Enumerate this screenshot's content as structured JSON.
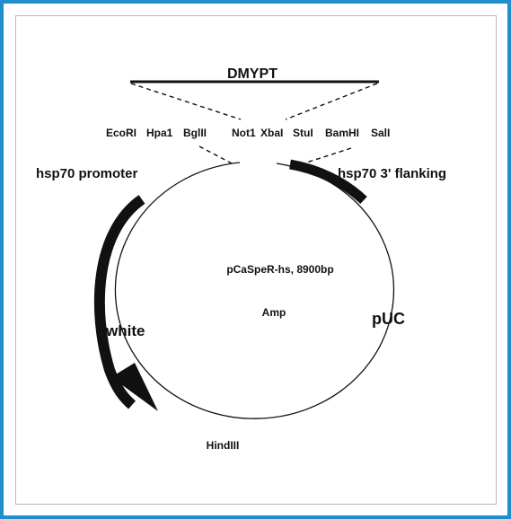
{
  "colors": {
    "frame": "#1d8fcf",
    "inner_border": "#b9b9b9",
    "ink": "#111111"
  },
  "insert": {
    "name": "DMYPT"
  },
  "restriction_sites": [
    "EcoRI",
    "Hpa1",
    "BglII",
    "Not1",
    "XbaI",
    "StuI",
    "BamHI",
    "SalI"
  ],
  "features": {
    "promoter": "hsp70 promoter",
    "flanking": "hsp70 3' flanking",
    "white": "white",
    "puc": "pUC"
  },
  "plasmid": {
    "name": "pCaSpeR-hs, 8900bp",
    "amp": "Amp",
    "site_bottom": "HindIII"
  }
}
